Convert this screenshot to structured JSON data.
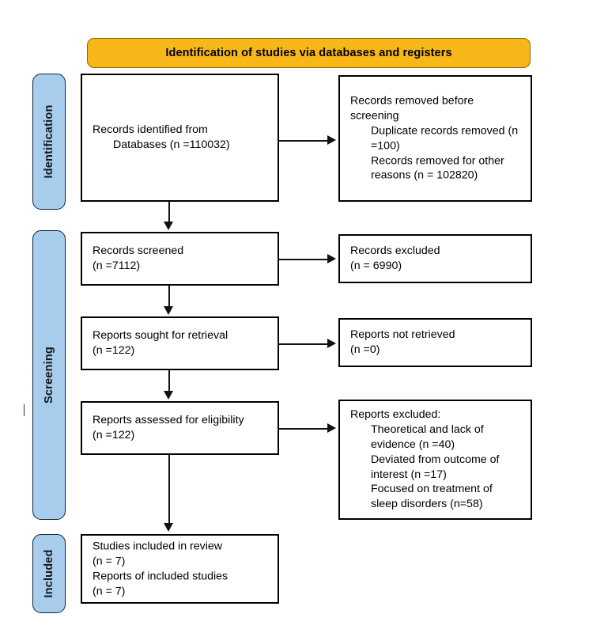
{
  "header": {
    "title": "Identification of studies via databases and registers",
    "background_color": "#F7B718"
  },
  "stages": [
    {
      "key": "identification",
      "label": "Identification"
    },
    {
      "key": "screening",
      "label": "Screening"
    },
    {
      "key": "included",
      "label": "Included"
    }
  ],
  "stage_bar_color": "#A8CCEC",
  "boxes": {
    "identified": {
      "lines": [
        {
          "text": "Records identified from",
          "indent": false
        },
        {
          "text": "Databases (n =110032)",
          "indent": true
        }
      ]
    },
    "removed": {
      "lines": [
        {
          "text": "Records removed before",
          "indent": false
        },
        {
          "text": "screening",
          "indent": false
        },
        {
          "text": "Duplicate records removed (n",
          "indent": true
        },
        {
          "text": "=100)",
          "indent": true
        },
        {
          "text": "Records removed for other",
          "indent": true
        },
        {
          "text": "reasons (n = 102820)",
          "indent": true
        }
      ]
    },
    "screened": {
      "lines": [
        {
          "text": "Records screened",
          "indent": false
        },
        {
          "text": "(n =7112)",
          "indent": false
        }
      ]
    },
    "excluded": {
      "lines": [
        {
          "text": "Records excluded",
          "indent": false
        },
        {
          "text": "(n = 6990)",
          "indent": false
        }
      ]
    },
    "sought": {
      "lines": [
        {
          "text": "Reports sought for retrieval",
          "indent": false
        },
        {
          "text": "(n =122)",
          "indent": false
        }
      ]
    },
    "not_retrieved": {
      "lines": [
        {
          "text": "Reports not retrieved",
          "indent": false
        },
        {
          "text": "(n =0)",
          "indent": false
        }
      ]
    },
    "assessed": {
      "lines": [
        {
          "text": "Reports assessed for eligibility",
          "indent": false
        },
        {
          "text": "(n =122)",
          "indent": false
        }
      ]
    },
    "reports_excluded": {
      "lines": [
        {
          "text": "Reports excluded:",
          "indent": false
        },
        {
          "text": "Theoretical and lack of",
          "indent": true
        },
        {
          "text": "evidence (n =40)",
          "indent": true
        },
        {
          "text": "Deviated from outcome of",
          "indent": true
        },
        {
          "text": "interest (n =17)",
          "indent": true
        },
        {
          "text": "Focused on treatment of",
          "indent": true
        },
        {
          "text": "sleep disorders (n=58)",
          "indent": true
        }
      ]
    },
    "included": {
      "lines": [
        {
          "text": "Studies included in review",
          "indent": false
        },
        {
          "text": "(n = 7)",
          "indent": false
        },
        {
          "text": "Reports of included studies",
          "indent": false
        },
        {
          "text": "(n = 7)",
          "indent": false
        }
      ]
    }
  },
  "chart_data": {
    "type": "diagram",
    "title": "Identification of studies via databases and registers",
    "diagram_kind": "PRISMA flow diagram",
    "nodes": [
      {
        "id": "identified",
        "stage": "Identification",
        "label": "Records identified from Databases",
        "n": 110032
      },
      {
        "id": "removed",
        "stage": "Identification",
        "label": "Records removed before screening",
        "duplicate_records_removed": 100,
        "removed_other_reasons": 102820
      },
      {
        "id": "screened",
        "stage": "Screening",
        "label": "Records screened",
        "n": 7112
      },
      {
        "id": "excluded",
        "stage": "Screening",
        "label": "Records excluded",
        "n": 6990
      },
      {
        "id": "sought",
        "stage": "Screening",
        "label": "Reports sought for retrieval",
        "n": 122
      },
      {
        "id": "not_retrieved",
        "stage": "Screening",
        "label": "Reports not retrieved",
        "n": 0
      },
      {
        "id": "assessed",
        "stage": "Screening",
        "label": "Reports assessed for eligibility",
        "n": 122
      },
      {
        "id": "reports_excluded",
        "stage": "Screening",
        "label": "Reports excluded",
        "theoretical_and_lack_of_evidence": 40,
        "deviated_from_outcome_of_interest": 17,
        "focused_on_treatment_of_sleep_disorders": 58
      },
      {
        "id": "included",
        "stage": "Included",
        "label": "Studies included in review",
        "studies_included": 7,
        "reports_of_included_studies": 7
      }
    ],
    "edges": [
      {
        "from": "identified",
        "to": "removed",
        "direction": "right"
      },
      {
        "from": "identified",
        "to": "screened",
        "direction": "down"
      },
      {
        "from": "screened",
        "to": "excluded",
        "direction": "right"
      },
      {
        "from": "screened",
        "to": "sought",
        "direction": "down"
      },
      {
        "from": "sought",
        "to": "not_retrieved",
        "direction": "right"
      },
      {
        "from": "sought",
        "to": "assessed",
        "direction": "down"
      },
      {
        "from": "assessed",
        "to": "reports_excluded",
        "direction": "right"
      },
      {
        "from": "assessed",
        "to": "included",
        "direction": "down"
      }
    ]
  }
}
